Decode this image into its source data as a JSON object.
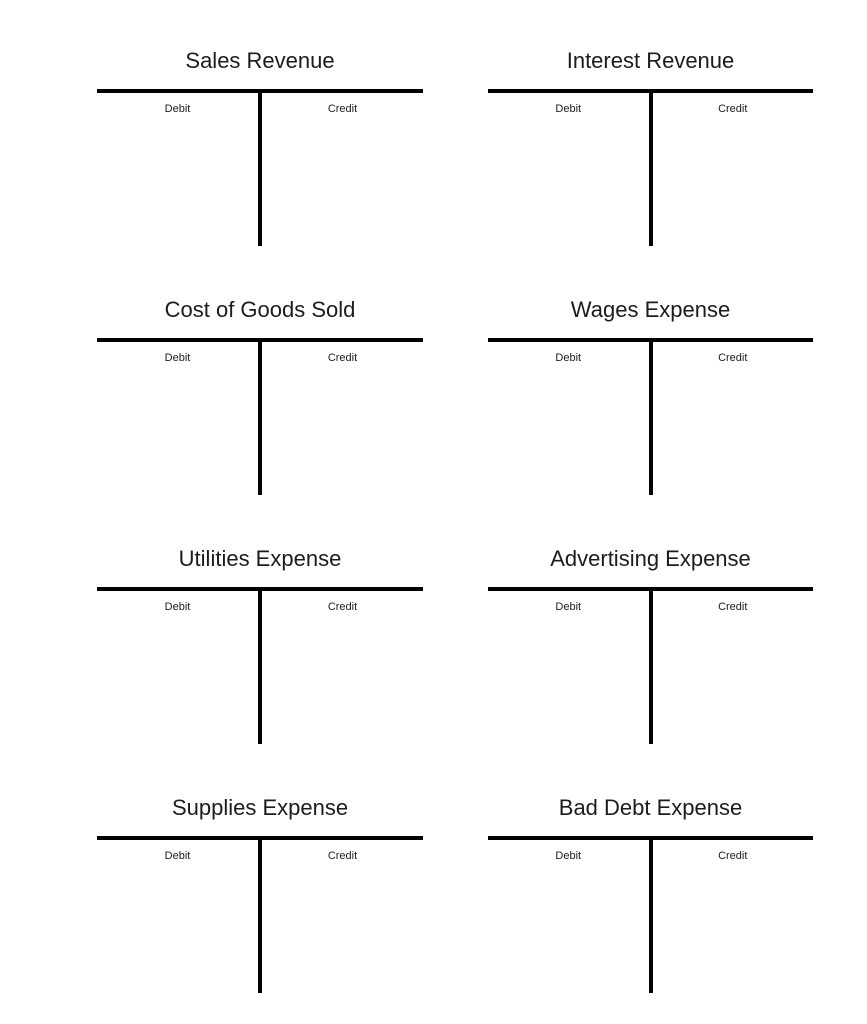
{
  "page": {
    "background": "#ffffff",
    "line_color": "#000000",
    "text_color": "#1c1c1c"
  },
  "labels": {
    "debit": "Debit",
    "credit": "Credit"
  },
  "accounts": [
    {
      "title": "Sales Revenue"
    },
    {
      "title": "Interest Revenue"
    },
    {
      "title": "Cost of Goods Sold"
    },
    {
      "title": "Wages Expense"
    },
    {
      "title": "Utilities Expense"
    },
    {
      "title": "Advertising Expense"
    },
    {
      "title": "Supplies Expense"
    },
    {
      "title": "Bad Debt Expense"
    }
  ]
}
